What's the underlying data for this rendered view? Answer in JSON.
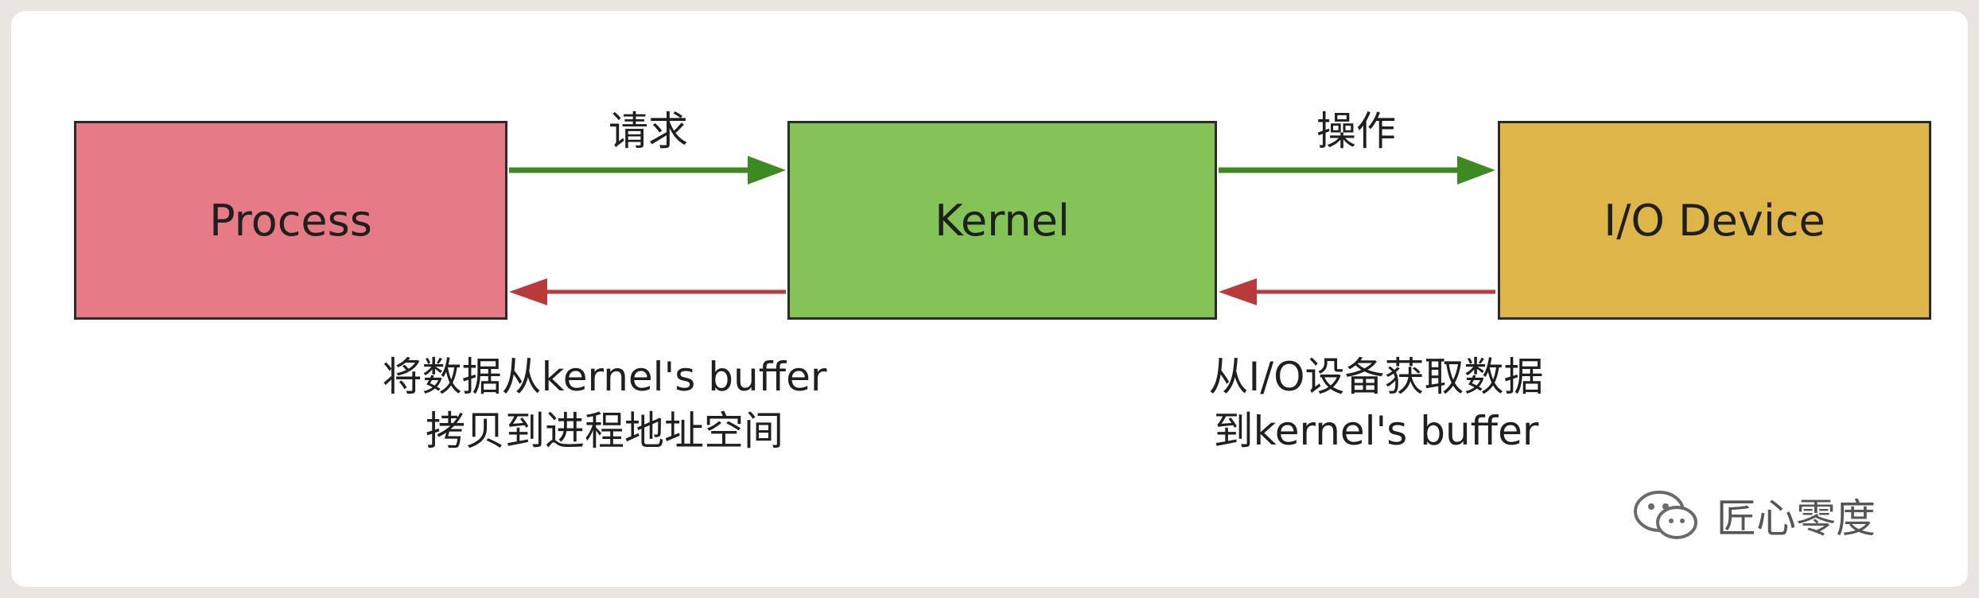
{
  "boxes": {
    "process": "Process",
    "kernel": "Kernel",
    "io_device": "I/O Device"
  },
  "labels": {
    "request": "请求",
    "operate": "操作",
    "copy_to_process_line1": "将数据从kernel's buffer",
    "copy_to_process_line2": "拷贝到进程地址空间",
    "fetch_from_device_line1": "从I/O设备获取数据",
    "fetch_from_device_line2": "到kernel's buffer"
  },
  "watermark": {
    "text": "匠心零度"
  },
  "colors": {
    "process_fill": "#e67b87",
    "kernel_fill": "#84c355",
    "io_fill": "#ddb548",
    "forward_arrow": "#3e8a22",
    "return_arrow": "#b83a3a"
  }
}
